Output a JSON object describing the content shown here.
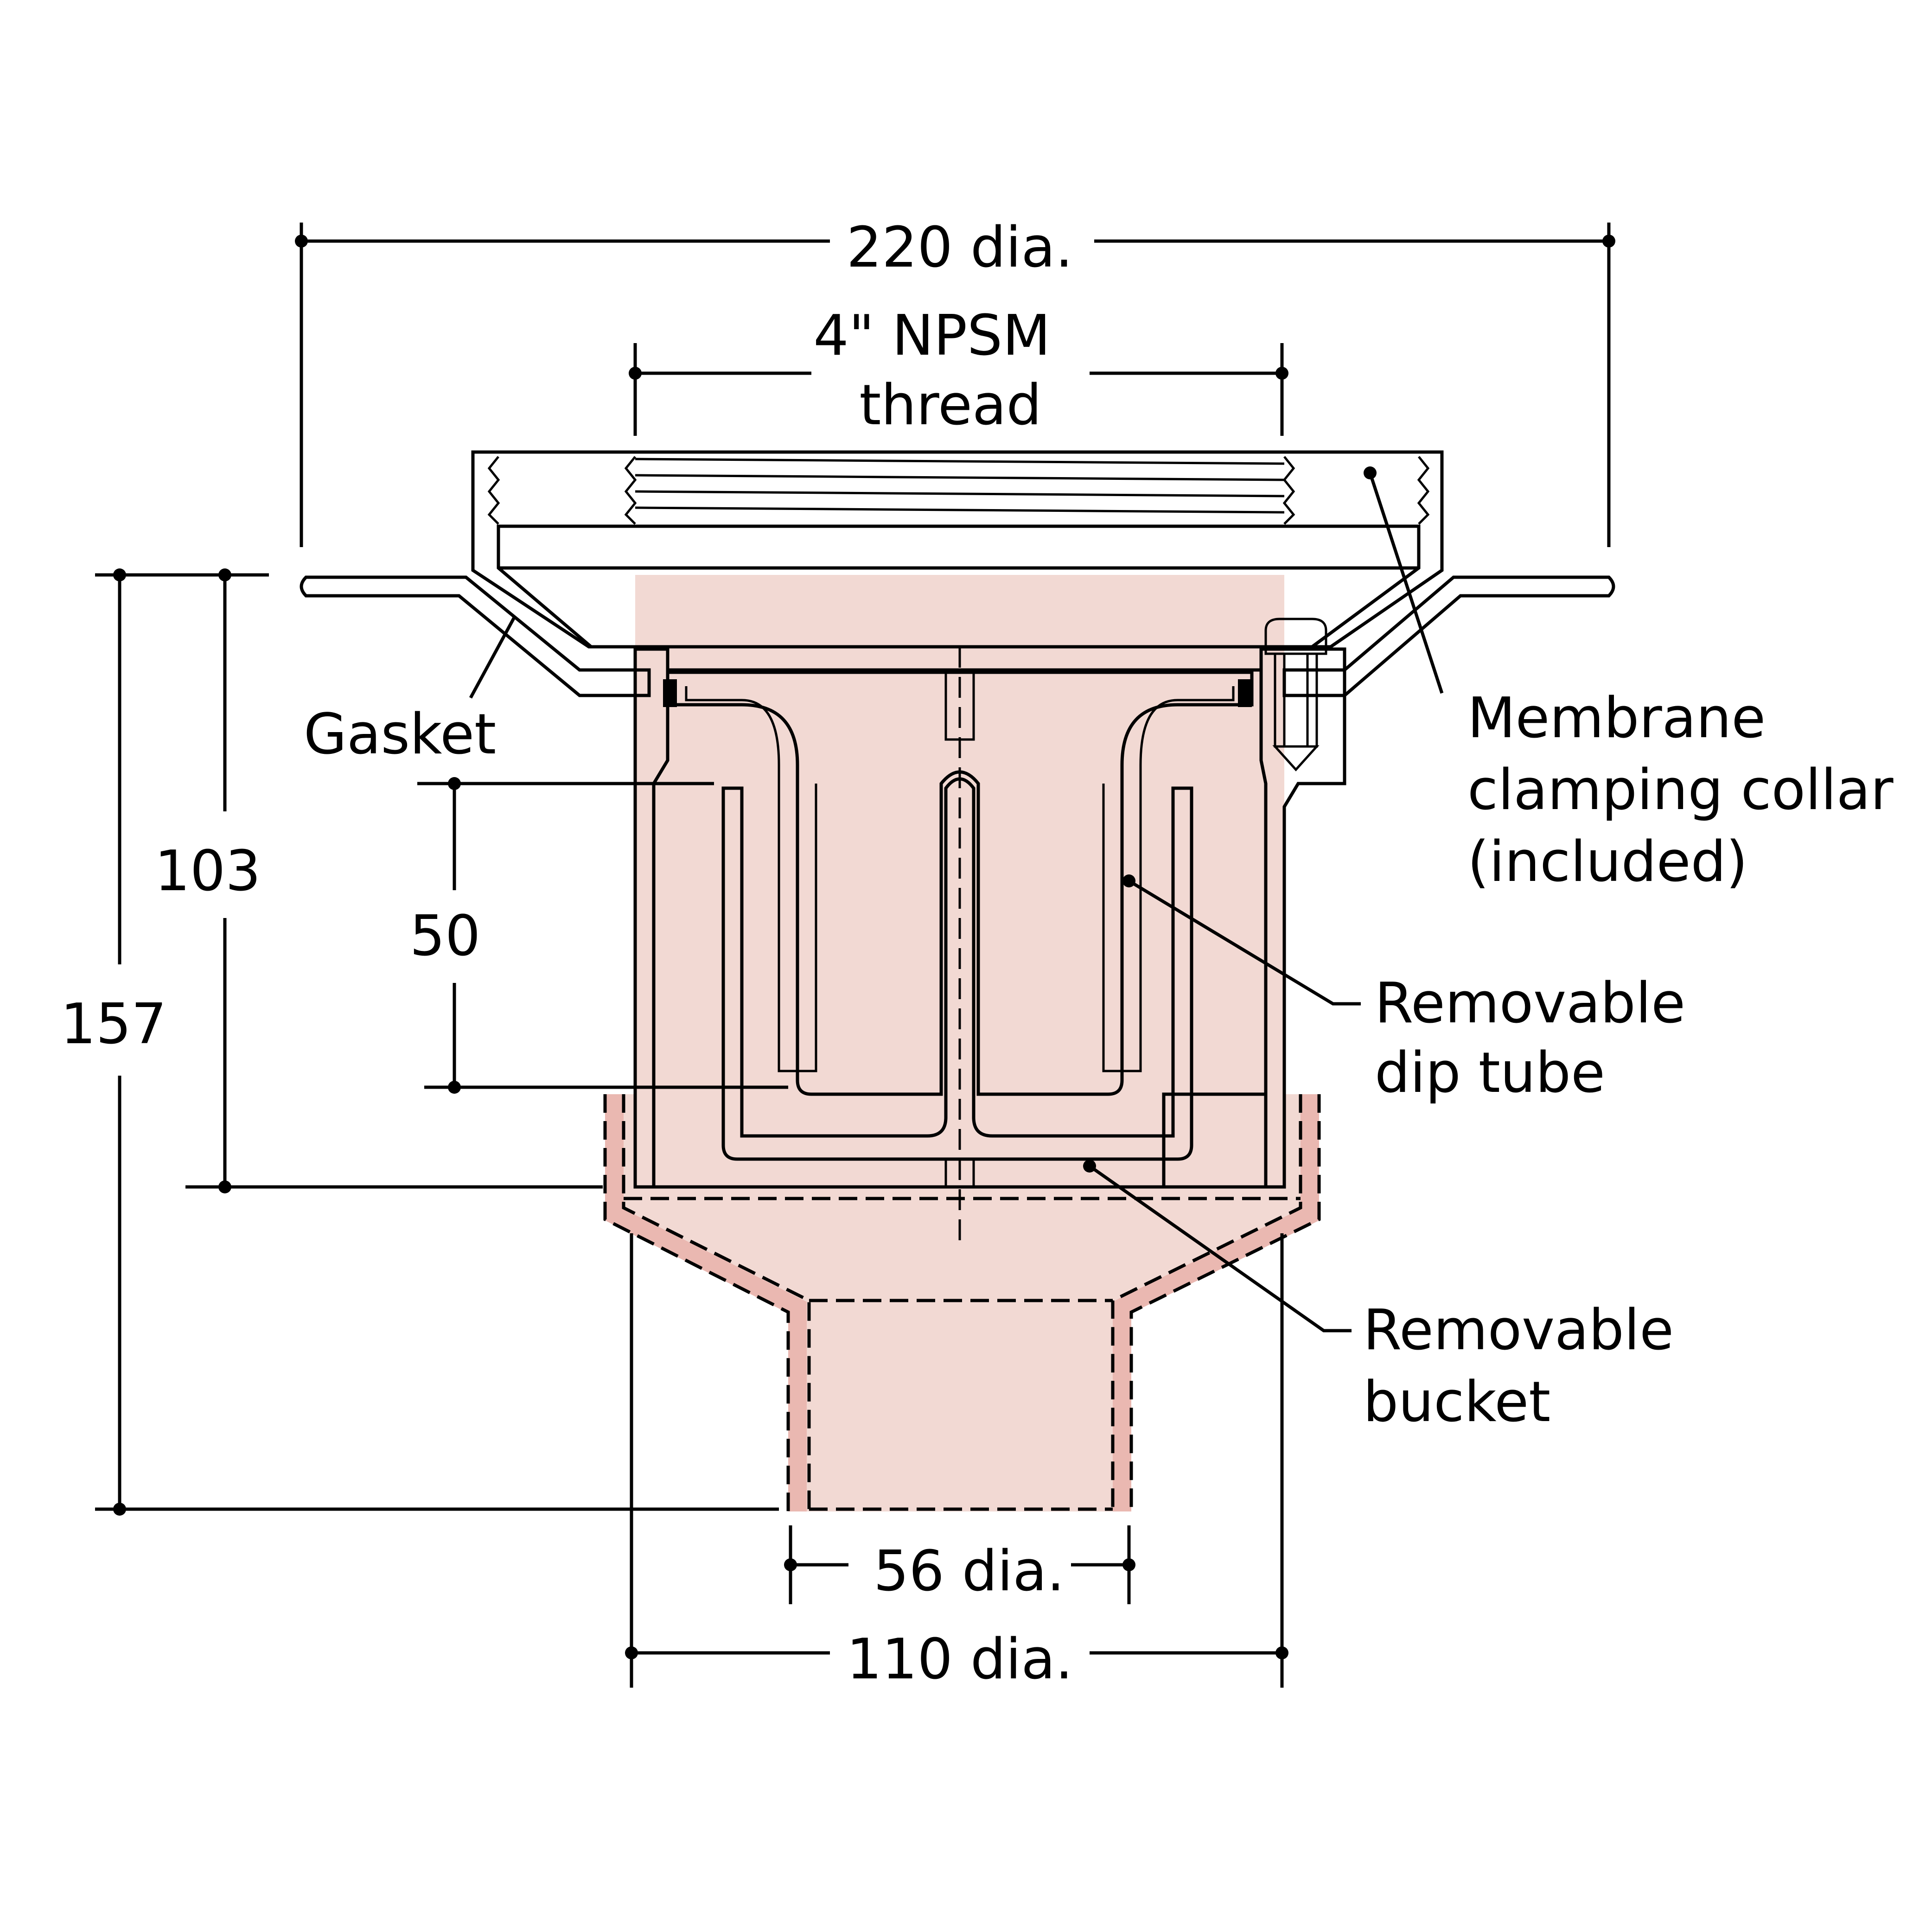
{
  "dimensions": {
    "overall_diameter": "220 dia.",
    "thread_line1": "4\" NPSM",
    "thread_line2": "thread",
    "height_total": "157",
    "height_body": "103",
    "height_dip": "50",
    "outlet_diameter": "56 dia.",
    "body_diameter": "110 dia."
  },
  "labels": {
    "gasket": "Gasket",
    "collar_line1": "Membrane",
    "collar_line2": "clamping collar",
    "collar_line3": "(included)",
    "dip_line1": "Removable",
    "dip_line2": "dip tube",
    "bucket_line1": "Removable",
    "bucket_line2": "bucket"
  },
  "colors": {
    "body_fill": "#f2d9d3",
    "wall_fill": "#eab8b1",
    "line": "#000000",
    "bolt": "#d6ecf5"
  }
}
